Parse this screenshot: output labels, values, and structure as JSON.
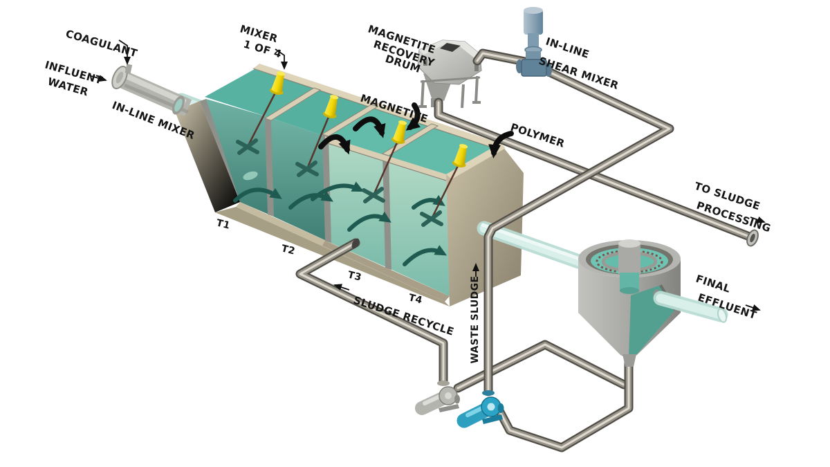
{
  "title": "Magnetite ballasted clarification process diagram",
  "labels": {
    "coagulant": "COAGULANT",
    "influent_1": "INFLUENT",
    "influent_2": "WATER",
    "inline_mixer": "IN-LINE MIXER",
    "mixer_1": "MIXER",
    "mixer_2": "1 OF 4",
    "drum_1": "MAGNETITE",
    "drum_2": "RECOVERY",
    "drum_3": "DRUM",
    "shear_1": "IN-LINE",
    "shear_2": "SHEAR MIXER",
    "magnetite": "MAGNETITE",
    "polymer": "POLYMER",
    "to_sludge_1": "TO SLUDGE",
    "to_sludge_2": "PROCESSING",
    "tank_1": "T1",
    "tank_2": "T2",
    "tank_3": "T3",
    "tank_4": "T4",
    "sludge_recycle": "SLUDGE RECYCLE",
    "waste_sludge": "WASTE SLUDGE",
    "final_1": "FINAL",
    "final_2": "EFFLUENT"
  },
  "colors": {
    "background": "#ffffff",
    "tank_concrete": "#b7ae96",
    "tank_concrete_light": "#ddd4ba",
    "water_surface": "#57b2a1",
    "water_face": "#66a99b",
    "water_pale_wall": "#abd6c2",
    "baffle_gray": "#90908a",
    "pipe_steel_dark": "#514e48",
    "pipe_steel_mid": "#98948a",
    "pipe_steel_highlight": "#e0dbd1",
    "translucent_pipe": "#cfe7e0",
    "mixer_yellow": "#f2d907",
    "impeller_teal": "#2b6157",
    "flow_arrow_teal": "#1e5a50",
    "arrow_black": "#0d0d0d",
    "drum_gray": "#c9c9c5",
    "shear_mixer_blue": "#7e9db1",
    "pump_blue": "#2ba4c6",
    "pump_gray": "#b4b4af",
    "clarifier_water": "#5cb3a2"
  }
}
